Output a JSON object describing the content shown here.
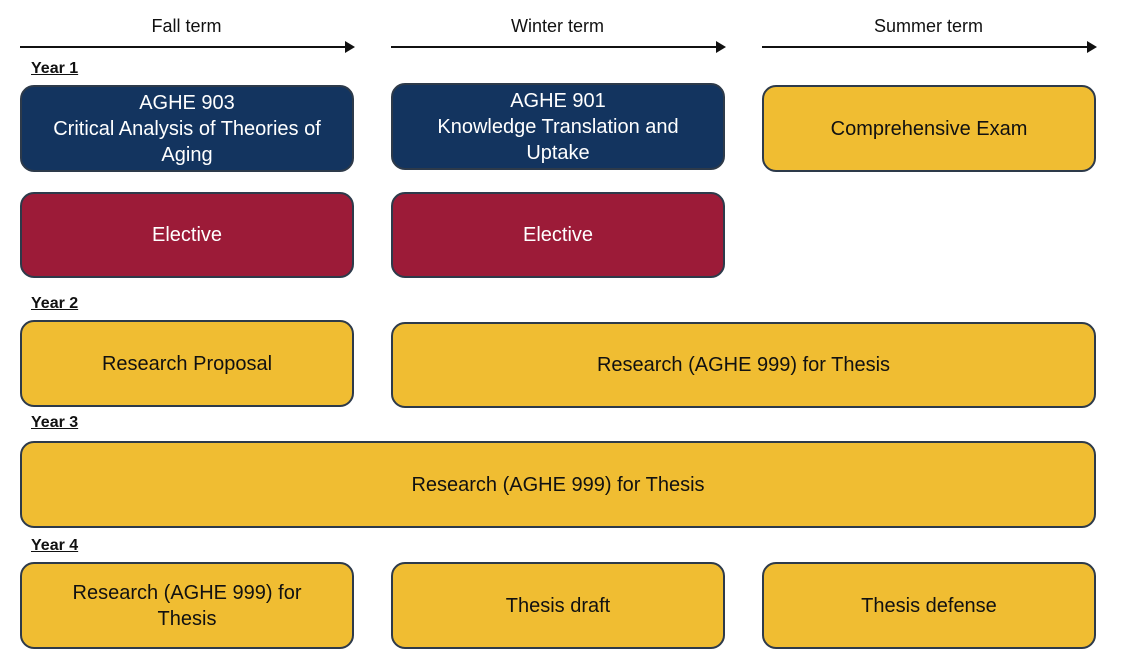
{
  "terms": {
    "fall": "Fall term",
    "winter": "Winter term",
    "summer": "Summer term"
  },
  "years": {
    "y1": "Year 1",
    "y2": "Year 2",
    "y3": "Year 3",
    "y4": "Year 4"
  },
  "boxes": {
    "aghe903_line1": "AGHE 903",
    "aghe903_line2": "Critical Analysis of Theories of",
    "aghe903_line3": "Aging",
    "aghe901_line1": "AGHE 901",
    "aghe901_line2": "Knowledge Translation and",
    "aghe901_line3": "Uptake",
    "comprehensive_exam": "Comprehensive Exam",
    "elective_fall": "Elective",
    "elective_winter": "Elective",
    "research_proposal": "Research Proposal",
    "y2_research": "Research (AGHE 999) for Thesis",
    "y3_research": "Research (AGHE 999) for Thesis",
    "y4_research_line1": "Research (AGHE 999) for",
    "y4_research_line2": "Thesis",
    "thesis_draft": "Thesis draft",
    "thesis_defense": "Thesis defense"
  },
  "colors": {
    "navy": "#13345f",
    "maroon": "#9c1b38",
    "gold": "#f0bd32"
  }
}
